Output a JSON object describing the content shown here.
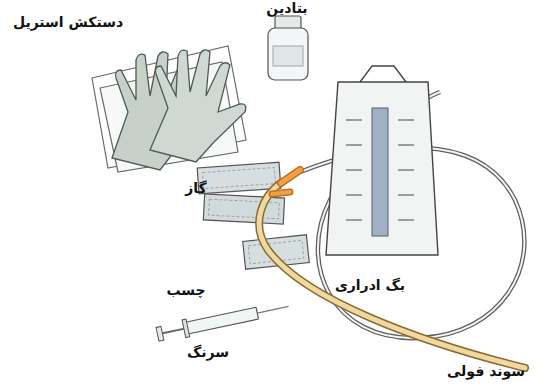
{
  "diagram": {
    "labels": [
      "دستکش استریل",
      "بتادین",
      "گاز",
      "چسب",
      "سرنگ",
      "بگ ادراری",
      "سوند فولی"
    ]
  }
}
